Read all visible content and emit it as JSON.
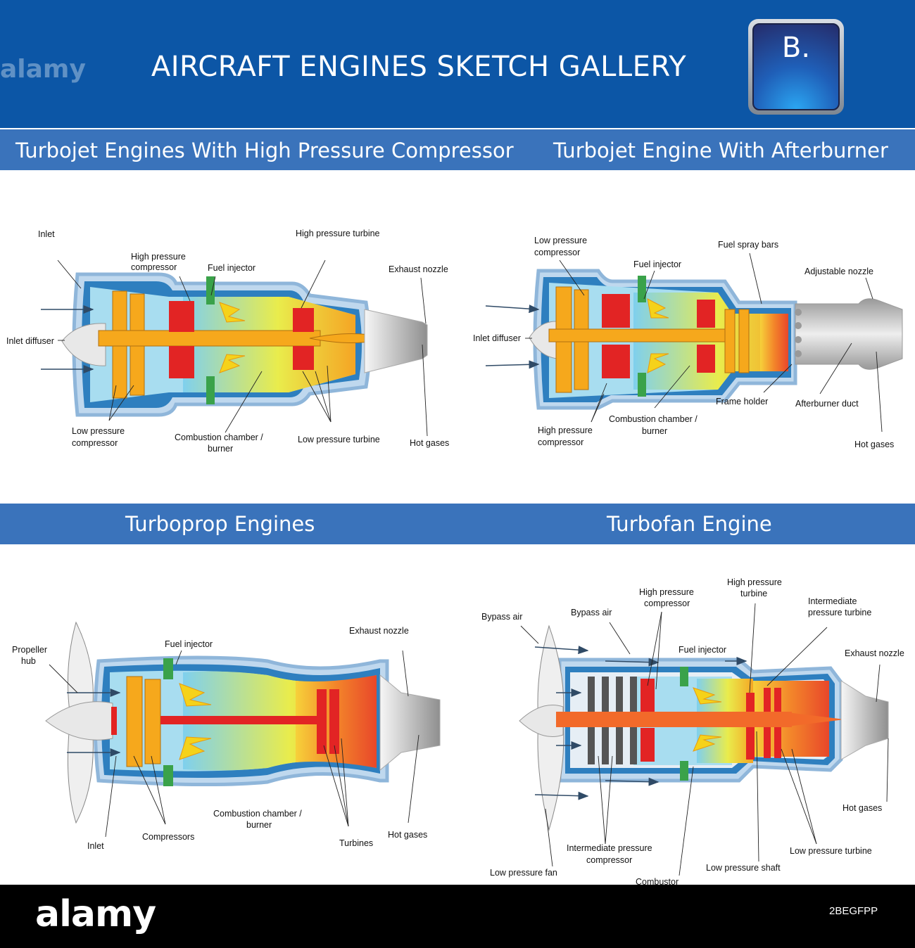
{
  "header": {
    "title": "AIRCRAFT ENGINES SKETCH GALLERY",
    "badge": "B.",
    "watermark": "alamy"
  },
  "sections": {
    "turbojet": "Turbojet Engines With High Pressure Compressor",
    "afterburner": "Turbojet Engine With Afterburner",
    "turboprop": "Turboprop Engines",
    "turbofan": "Turbofan Engine"
  },
  "turbojet_labels": {
    "inlet": "Inlet",
    "hp_compressor": [
      "High pressure",
      "compressor"
    ],
    "fuel_injector": "Fuel injector",
    "hp_turbine": "High pressure turbine",
    "exhaust_nozzle": "Exhaust nozzle",
    "inlet_diffuser": "Inlet diffuser",
    "lp_compressor": [
      "Low pressure",
      "compressor"
    ],
    "combustion": [
      "Combustion chamber /",
      "burner"
    ],
    "lp_turbine": "Low pressure turbine",
    "hot_gases": "Hot gases"
  },
  "afterburner_labels": {
    "lp_compressor": [
      "Low pressure",
      "compressor"
    ],
    "fuel_injector": "Fuel injector",
    "fuel_spray_bars": "Fuel spray bars",
    "adjustable_nozzle": "Adjustable nozzle",
    "inlet_diffuser": "Inlet diffuser",
    "hp_compressor": [
      "High pressure",
      "compressor"
    ],
    "combustion": [
      "Combustion chamber /",
      "burner"
    ],
    "frame_holder": "Frame holder",
    "afterburner_duct": "Afterburner duct",
    "hot_gases": "Hot gases"
  },
  "turboprop_labels": {
    "propeller_hub": [
      "Propeller",
      "hub"
    ],
    "fuel_injector": "Fuel injector",
    "exhaust_nozzle": "Exhaust nozzle",
    "inlet": "Inlet",
    "compressors": "Compressors",
    "combustion": [
      "Combustion chamber /",
      "burner"
    ],
    "turbines": "Turbines",
    "hot_gases": "Hot gases"
  },
  "turbofan_labels": {
    "bypass_air_1": "Bypass air",
    "bypass_air_2": "Bypass air",
    "hp_compressor": [
      "High pressure",
      "compressor"
    ],
    "hp_turbine": [
      "High pressure",
      "turbine"
    ],
    "ip_turbine": [
      "Intermediate",
      "pressure turbine"
    ],
    "fuel_injector": "Fuel injector",
    "exhaust_nozzle": "Exhaust nozzle",
    "hot_gases": "Hot gases",
    "ip_compressor": [
      "Intermediate pressure",
      "compressor"
    ],
    "lp_turbine": "Low pressure turbine",
    "lp_shaft": "Low pressure shaft",
    "lp_fan": "Low pressure fan",
    "combustor": "Combustor"
  },
  "footer": {
    "logo": "alamy",
    "image_id": "2BEGFPP"
  }
}
